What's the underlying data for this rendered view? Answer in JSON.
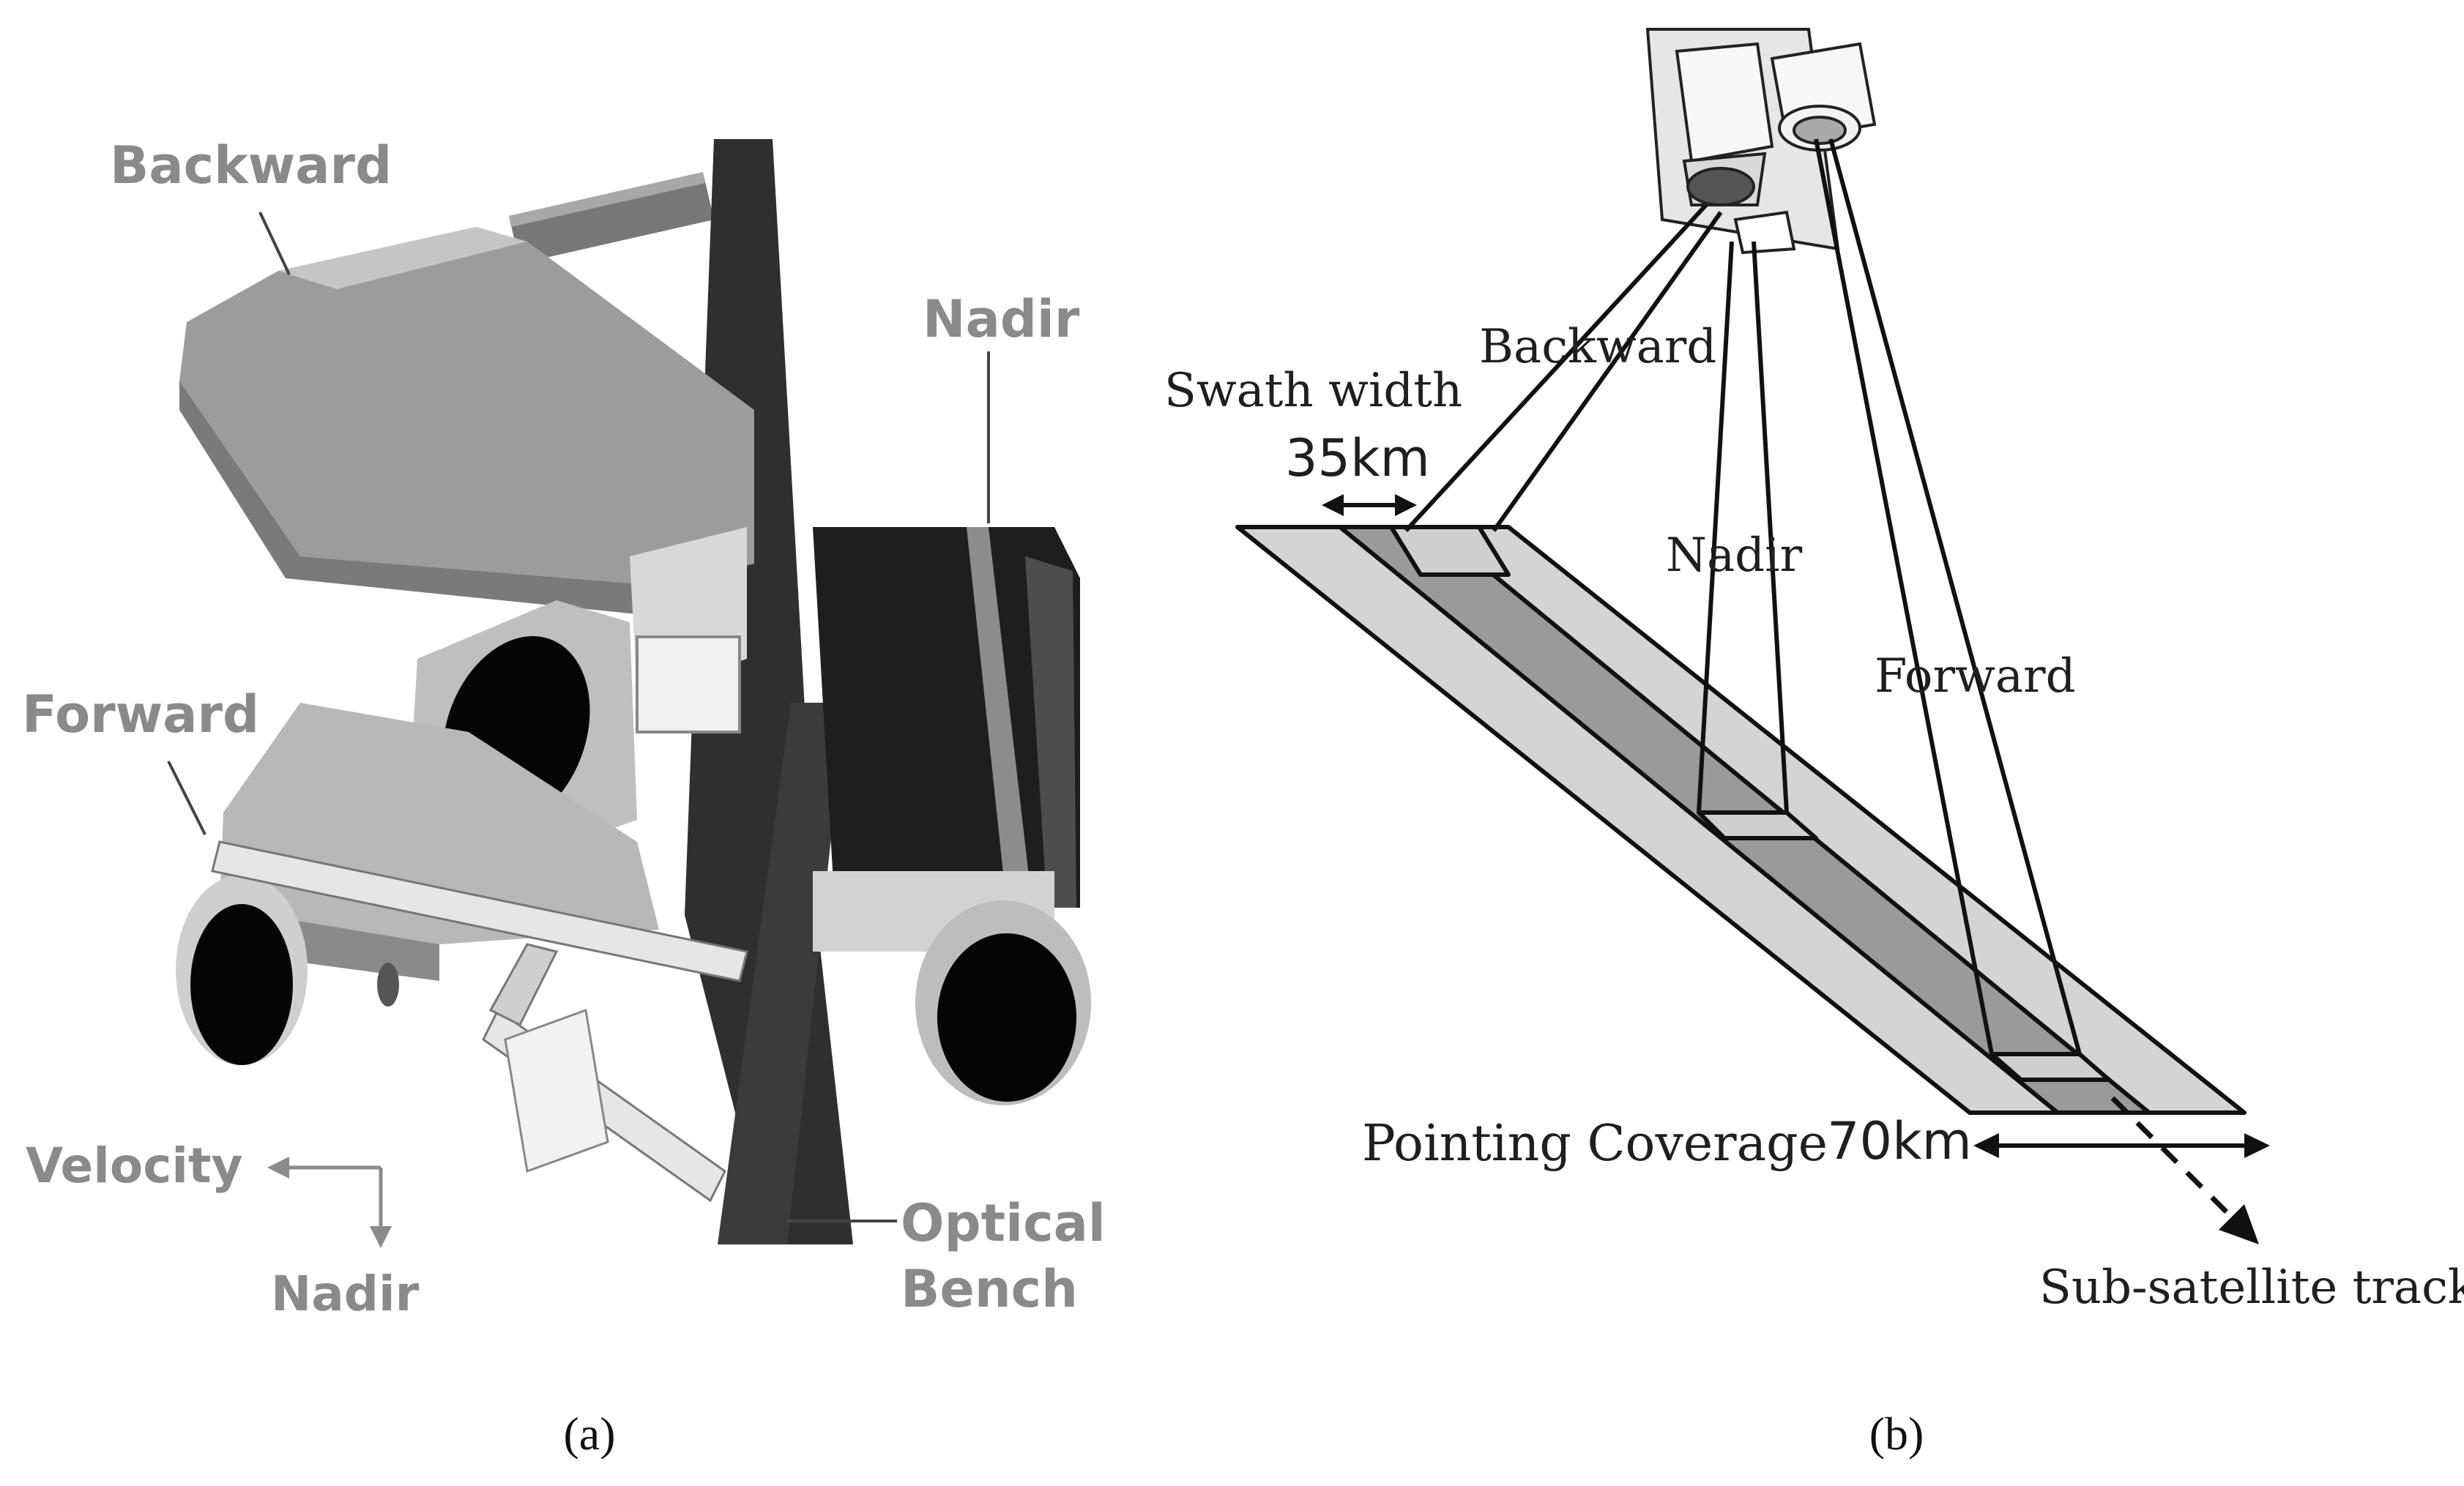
{
  "panel_a": {
    "label_backward": "Backward",
    "label_nadir": "Nadir",
    "label_forward": "Forward",
    "label_velocity": "Velocity",
    "label_nadir_direction": "Nadir",
    "label_optical_bench_line1": "Optical",
    "label_optical_bench_line2": "Bench",
    "caption": "(a)"
  },
  "panel_b": {
    "label_backward": "Backward",
    "label_nadir": "Nadir",
    "label_forward": "Forward",
    "label_swath_width": "Swath width",
    "value_swath_width": "35km",
    "label_pointing_coverage": "Pointing Coverage",
    "value_pointing_coverage": "70km",
    "label_sub_satellite_track": "Sub-satellite track",
    "caption": "(b)"
  }
}
